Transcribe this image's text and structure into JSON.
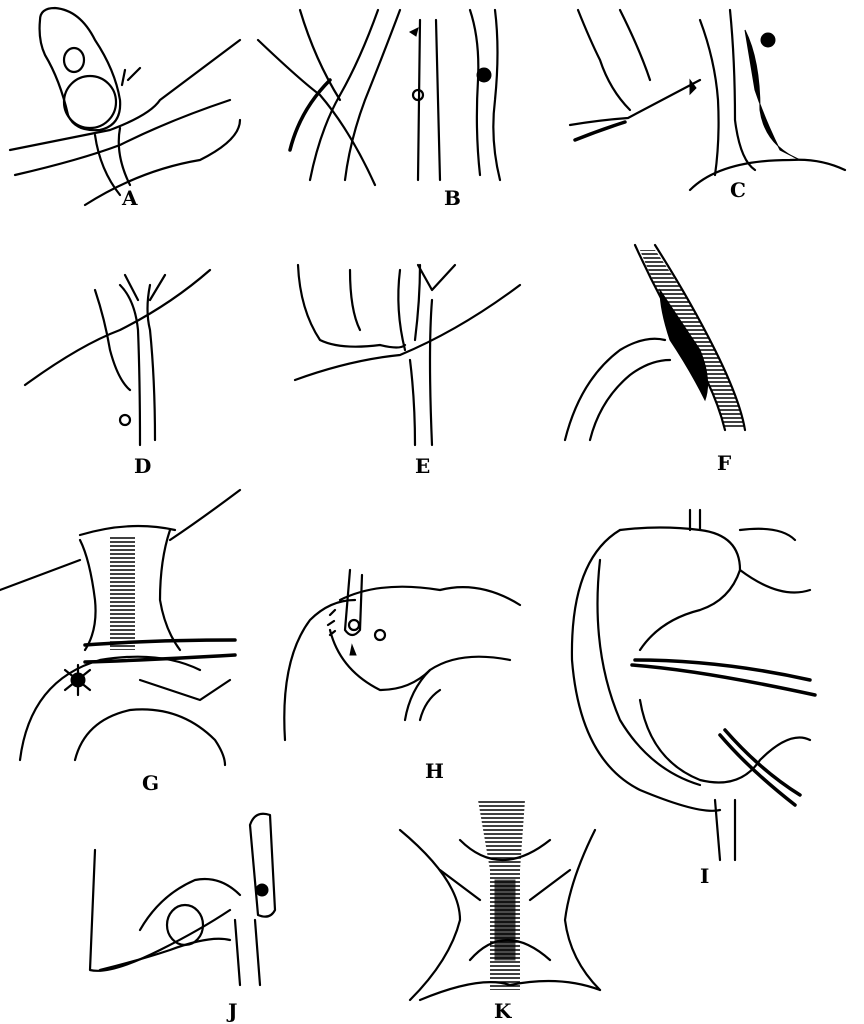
{
  "figure": {
    "panels": [
      {
        "label": "A"
      },
      {
        "label": "B"
      },
      {
        "label": "C"
      },
      {
        "label": "D"
      },
      {
        "label": "E"
      },
      {
        "label": "F"
      },
      {
        "label": "G"
      },
      {
        "label": "H"
      },
      {
        "label": "I"
      },
      {
        "label": "J"
      },
      {
        "label": "K"
      }
    ]
  }
}
